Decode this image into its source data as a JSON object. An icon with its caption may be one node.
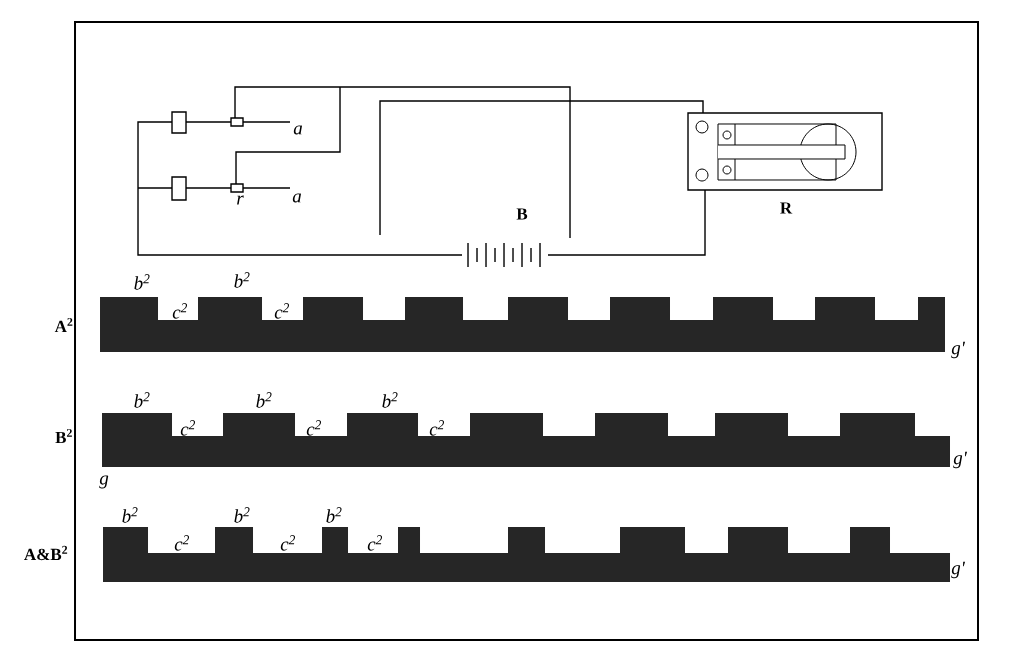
{
  "diagram": {
    "labels": [
      "a",
      "r",
      "a",
      "R",
      "B",
      "b$^{2}$",
      "b$^{2}$",
      "A$^{2}$",
      "c$^{2}$",
      "c$^{2}$",
      "g'",
      "b$^{2}$",
      "b$^{2}$",
      "b$^{2}$",
      "B$^{2}$",
      "c$^{2}$",
      "c$^{2}$",
      "c$^{2}$",
      "g'",
      "g",
      "b$^{2}$",
      "b$^{2}$",
      "b$^{2}$",
      "c$^{2}$",
      "c$^{2}$",
      "c$^{2}$",
      "A&B$^{2}$",
      "g'"
    ]
  }
}
